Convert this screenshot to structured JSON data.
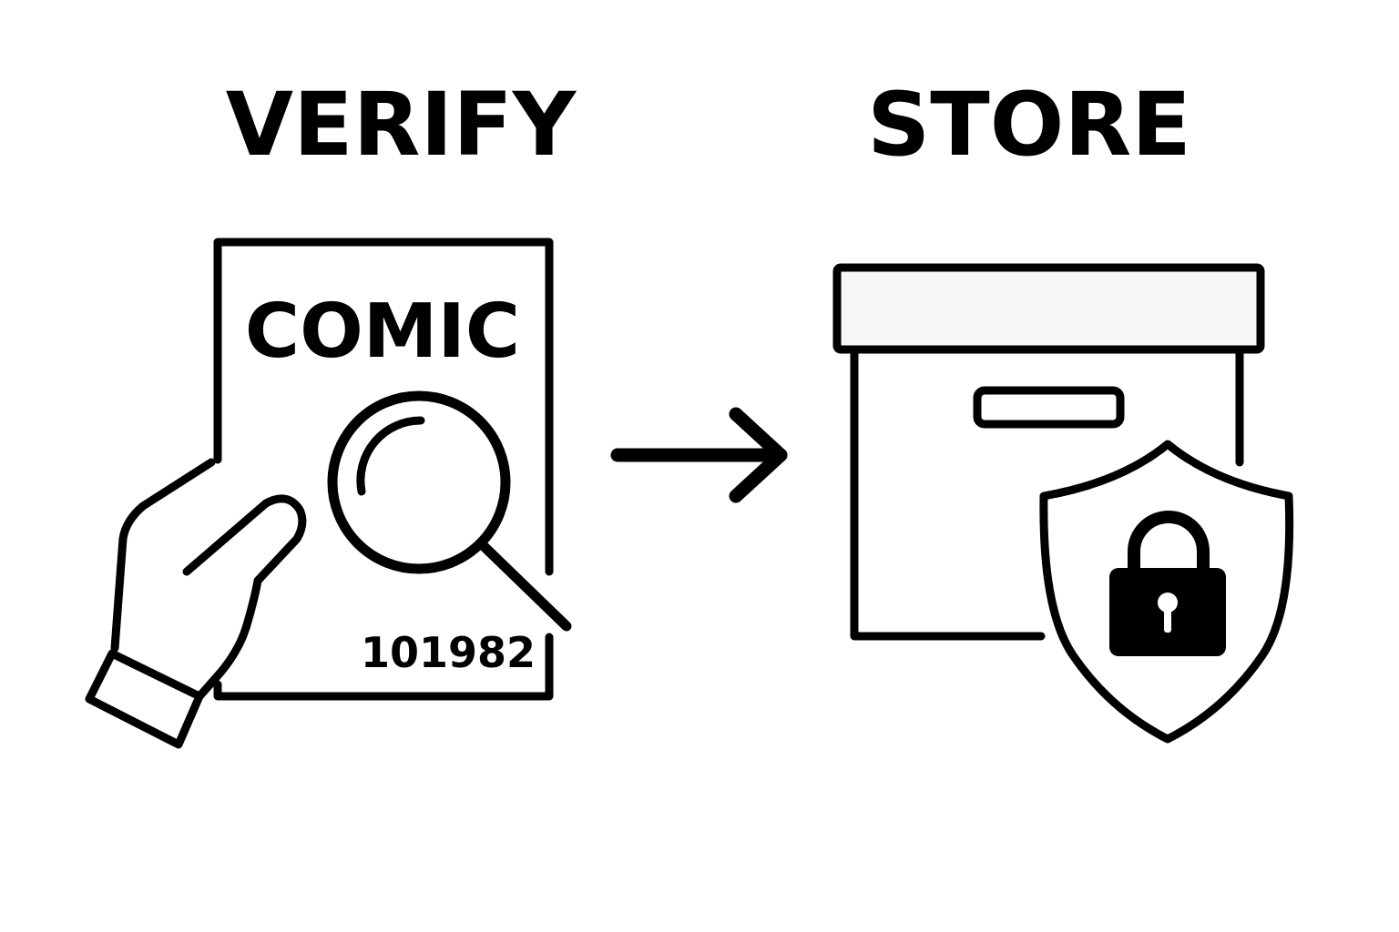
{
  "steps": [
    {
      "title": "VERIFY",
      "comic_label": "COMIC",
      "serial_number": "101982"
    },
    {
      "title": "STORE"
    }
  ],
  "icons": {
    "hand": "hand-icon",
    "magnifier": "magnifying-glass-icon",
    "comic": "comic-book-icon",
    "arrow": "arrow-right-icon",
    "box": "storage-box-icon",
    "shield": "shield-icon",
    "lock": "padlock-icon"
  },
  "colors": {
    "ink": "#000000",
    "background": "#ffffff",
    "lid_fill": "#f7f7f7"
  }
}
